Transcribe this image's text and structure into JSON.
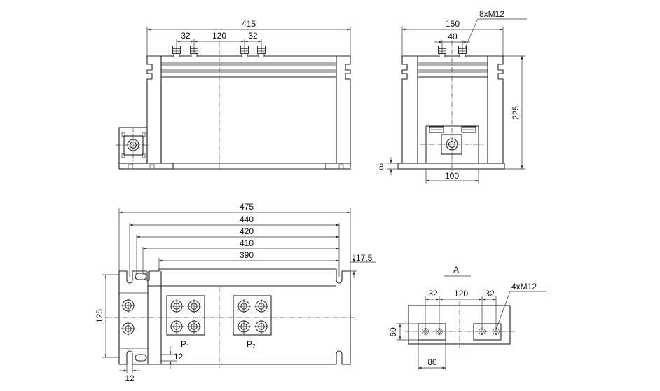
{
  "dimensions": {
    "front_width": "415",
    "front_pitch_left": "32",
    "front_pitch_mid": "120",
    "front_pitch_right": "32",
    "side_width": "150",
    "side_bolt_spec": "8xM12",
    "side_pitch": "40",
    "side_height": "225",
    "side_base": "8",
    "side_box": "100",
    "plan_475": "475",
    "plan_440": "440",
    "plan_420": "420",
    "plan_410": "410",
    "plan_390": "390",
    "plan_slot": "17.5",
    "plan_height": "125",
    "plan_slot_w": "12",
    "plan_slot_h": "12",
    "detail_title": "A",
    "detail_pitch_left": "32",
    "detail_pitch_mid": "120",
    "detail_pitch_right": "32",
    "detail_bolt_spec": "4xM12",
    "detail_height": "60",
    "detail_width": "80"
  },
  "terminals": {
    "p1": "P",
    "p1_sub": "1",
    "p2": "P",
    "p2_sub": "2"
  }
}
